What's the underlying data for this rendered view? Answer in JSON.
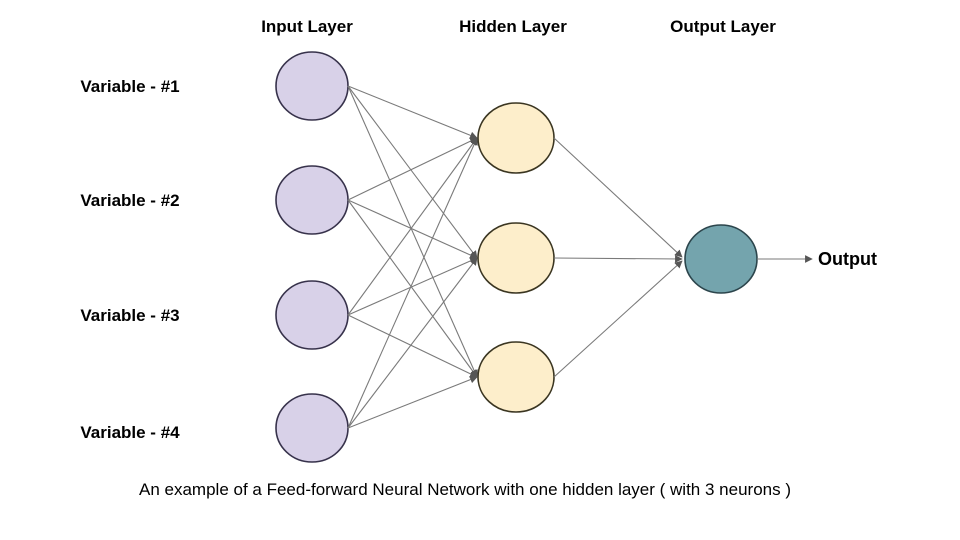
{
  "diagram": {
    "layers": {
      "input": {
        "title": "Input Layer",
        "neuron_count": 4,
        "fill": "#d8d1e8",
        "stroke": "#37324b"
      },
      "hidden": {
        "title": "Hidden Layer",
        "neuron_count": 3,
        "fill": "#fdeecb",
        "stroke": "#3a3521"
      },
      "output": {
        "title": "Output Layer",
        "neuron_count": 1,
        "fill": "#74a4ad",
        "stroke": "#2c454c"
      }
    },
    "input_labels": [
      "Variable - #1",
      "Variable - #2",
      "Variable - #3",
      "Variable - #4"
    ],
    "output_label": "Output",
    "caption": "An example of a Feed-forward Neural Network with one hidden layer ( with 3 neurons )",
    "colors": {
      "edge": "#7a7a7a",
      "arrowhead": "#565656",
      "text": "#000000",
      "background": "#ffffff"
    }
  }
}
